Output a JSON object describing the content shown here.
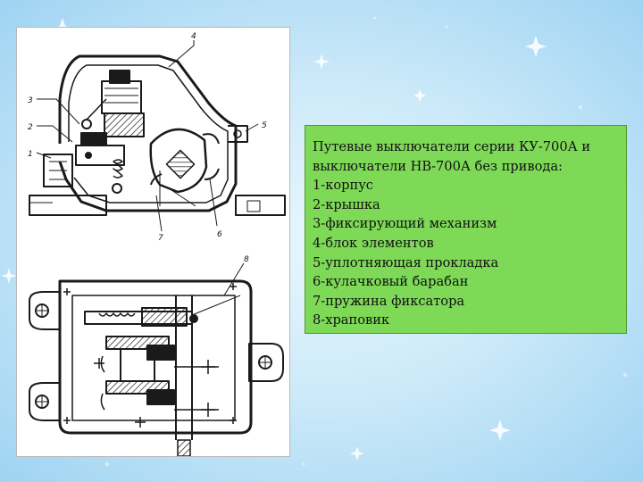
{
  "drawing_labels": {
    "callout_1": "1",
    "callout_2": "2",
    "callout_3": "3",
    "callout_4": "4",
    "callout_5": "5",
    "callout_6": "6",
    "callout_7": "7",
    "callout_8": "8"
  },
  "caption": {
    "lines": [
      "Путевые выключатели серии КУ-700А и",
      "выключатели НВ-700А без привода:",
      "1-корпус",
      "2-крышка",
      "3-фиксирующий механизм",
      "4-блок элементов",
      "5-уплотняющая прокладка",
      "6-кулачковый барабан",
      "7-пружина фиксатора",
      "8-храповик"
    ]
  },
  "colors": {
    "background": "#cdeaf9",
    "caption_fill": "#7ed957",
    "caption_border": "#4f9a2e",
    "drawing_ink": "#1a1a1a"
  }
}
